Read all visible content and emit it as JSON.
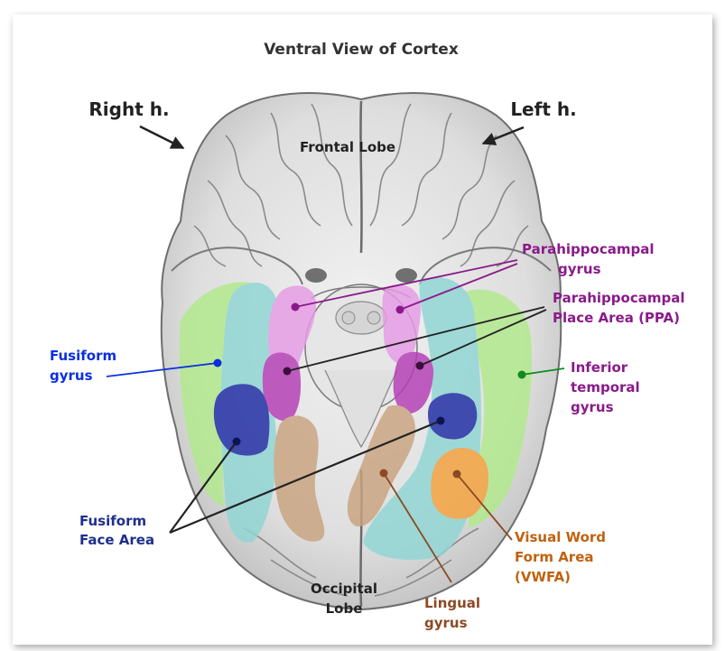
{
  "title": "Ventral View of Cortex",
  "hemispheres": {
    "right": "Right h.",
    "left": "Left h."
  },
  "lobes": {
    "frontal": "Frontal Lobe",
    "occipital_1": "Occipital",
    "occipital_2": "Lobe"
  },
  "labels": {
    "fusiform_gyrus_1": "Fusiform",
    "fusiform_gyrus_2": "gyrus",
    "ffa_1": "Fusiform",
    "ffa_2": "Face Area",
    "parahippocampal_gyrus_1": "Parahippocampal",
    "parahippocampal_gyrus_2": "gyrus",
    "ppa_1": "Parahippocampal",
    "ppa_2": "Place Area (PPA)",
    "itg_1": "Inferior",
    "itg_2": "temporal",
    "itg_3": "gyrus",
    "vwfa_1": "Visual Word",
    "vwfa_2": "Form Area",
    "vwfa_3": "(VWFA)",
    "lingual_1": "Lingual",
    "lingual_2": "gyrus"
  },
  "colors": {
    "fusiform": "#0a2fe0",
    "ffa": "#1e2f8c",
    "parahippocampal": "#8a1a8a",
    "inferior_temporal": "#0f8a1f",
    "vwfa": "#c0620f",
    "lingual": "#8b4a25",
    "cyan_region": "#8fd6d4",
    "green_region": "#b2ea8c",
    "pink_region": "#e79be6",
    "purple_region": "#b43cb6",
    "navy_region": "#1d2aa4",
    "tan_region": "#c9a37f",
    "orange_region": "#f4a13a"
  }
}
